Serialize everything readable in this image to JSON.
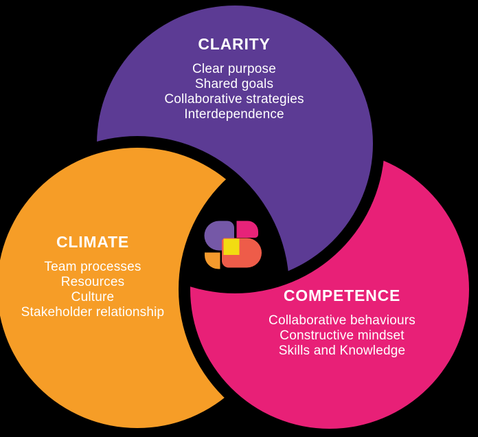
{
  "background_color": "#000000",
  "text_color": "#FFFFFF",
  "colors": {
    "clarity_purple": "#5C3B94",
    "climate_orange": "#F69D27",
    "competence_pink": "#E82077",
    "logo_purple": "#7558A7",
    "logo_pink": "#E72379",
    "logo_coral": "#EE5C49",
    "logo_orange": "#F49A2D",
    "logo_yellow": "#F2DC12"
  },
  "sections": {
    "clarity": {
      "title": "CLARITY",
      "items": [
        "Clear purpose",
        "Shared goals",
        "Collaborative strategies",
        "Interdependence"
      ],
      "color": "#5C3B94"
    },
    "climate": {
      "title": "CLIMATE",
      "items": [
        "Team processes",
        "Resources",
        "Culture",
        "Stakeholder relationship"
      ],
      "color": "#F69D27"
    },
    "competence": {
      "title": "COMPETENCE",
      "items": [
        "Collaborative behaviours",
        "Constructive mindset",
        "Skills and Knowledge"
      ],
      "color": "#E82077"
    }
  },
  "logo": {
    "name": "S mark logo"
  }
}
